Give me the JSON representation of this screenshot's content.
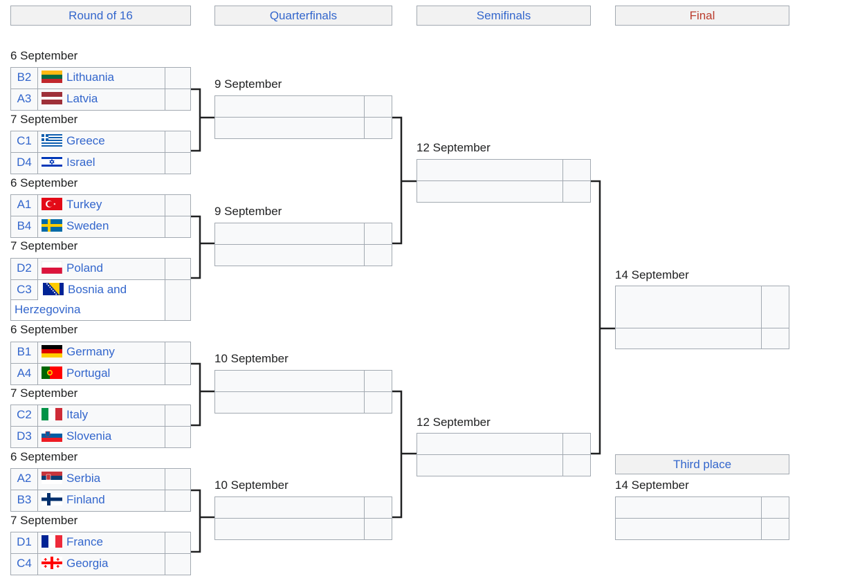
{
  "headers": {
    "round_of_16": "Round of 16",
    "quarterfinals": "Quarterfinals",
    "semifinals": "Semifinals",
    "final": "Final",
    "third_place": "Third place"
  },
  "round_of_16": [
    {
      "date": "6 September",
      "teams": [
        {
          "seed": "B2",
          "name": "Lithuania",
          "flag": "lithuania-flag-icon"
        },
        {
          "seed": "A3",
          "name": "Latvia",
          "flag": "latvia-flag-icon"
        }
      ]
    },
    {
      "date": "7 September",
      "teams": [
        {
          "seed": "C1",
          "name": "Greece",
          "flag": "greece-flag-icon"
        },
        {
          "seed": "D4",
          "name": "Israel",
          "flag": "israel-flag-icon"
        }
      ]
    },
    {
      "date": "6 September",
      "teams": [
        {
          "seed": "A1",
          "name": "Turkey",
          "flag": "turkey-flag-icon"
        },
        {
          "seed": "B4",
          "name": "Sweden",
          "flag": "sweden-flag-icon"
        }
      ]
    },
    {
      "date": "7 September",
      "teams": [
        {
          "seed": "D2",
          "name": "Poland",
          "flag": "poland-flag-icon"
        },
        {
          "seed": "C3",
          "name": "Bosnia and Herzegovina",
          "flag": "bosnia-flag-icon"
        }
      ]
    },
    {
      "date": "6 September",
      "teams": [
        {
          "seed": "B1",
          "name": "Germany",
          "flag": "germany-flag-icon"
        },
        {
          "seed": "A4",
          "name": "Portugal",
          "flag": "portugal-flag-icon"
        }
      ]
    },
    {
      "date": "7 September",
      "teams": [
        {
          "seed": "C2",
          "name": "Italy",
          "flag": "italy-flag-icon"
        },
        {
          "seed": "D3",
          "name": "Slovenia",
          "flag": "slovenia-flag-icon"
        }
      ]
    },
    {
      "date": "6 September",
      "teams": [
        {
          "seed": "A2",
          "name": "Serbia",
          "flag": "serbia-flag-icon"
        },
        {
          "seed": "B3",
          "name": "Finland",
          "flag": "finland-flag-icon"
        }
      ]
    },
    {
      "date": "7 September",
      "teams": [
        {
          "seed": "D1",
          "name": "France",
          "flag": "france-flag-icon"
        },
        {
          "seed": "C4",
          "name": "Georgia",
          "flag": "georgia-flag-icon"
        }
      ]
    }
  ],
  "quarterfinals": [
    {
      "date": "9 September"
    },
    {
      "date": "9 September"
    },
    {
      "date": "10 September"
    },
    {
      "date": "10 September"
    }
  ],
  "semifinals": [
    {
      "date": "12 September"
    },
    {
      "date": "12 September"
    }
  ],
  "final": {
    "date": "14 September"
  },
  "third_place": {
    "date": "14 September"
  },
  "colors": {
    "header_link": "#3366cc",
    "final_header": "#ba3c2d",
    "cell_background": "#f8f9fa",
    "header_background": "#f2f2f2",
    "border": "#a2a9b1",
    "bracket_line": "#202122"
  }
}
